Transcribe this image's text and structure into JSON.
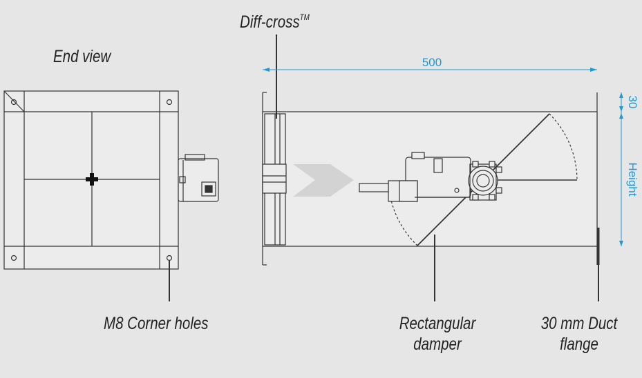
{
  "labels": {
    "end_view": "End view",
    "diff_cross": "Diff-cross",
    "diff_cross_tm": "TM",
    "m8_corner_holes": "M8 Corner holes",
    "rectangular_damper_line1": "Rectangular",
    "rectangular_damper_line2": "damper",
    "duct_flange_line1": "30 mm Duct",
    "duct_flange_line2": "flange"
  },
  "dimensions": {
    "length": "500",
    "flange": "30",
    "height": "Height"
  },
  "colors": {
    "background": "#e6e6e6",
    "outline": "#333333",
    "dimension": "#1a9ad6",
    "arrow": "#d3d3d3"
  }
}
